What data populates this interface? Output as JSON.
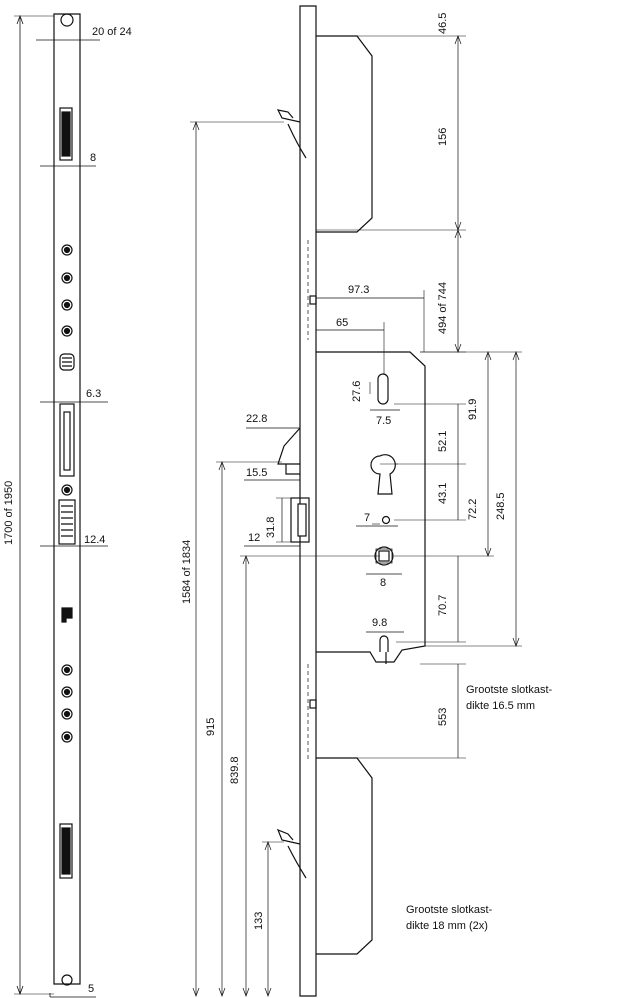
{
  "dimensions": {
    "frontplate_width": "20 of 24",
    "d_8": "8",
    "d_6_3": "6.3",
    "d_12_4": "12.4",
    "d_5": "5",
    "total_length": "1700 of 1950",
    "d_46_5": "46.5",
    "d_156": "156",
    "d_494_744": "494 of 744",
    "d_97_3": "97.3",
    "d_65": "65",
    "d_27_6": "27.6",
    "d_7_5": "7.5",
    "d_22_8": "22.8",
    "d_15_5": "15.5",
    "d_31_8": "31.8",
    "d_12": "12",
    "d_52_1": "52.1",
    "d_91_9": "91.9",
    "d_43_1": "43.1",
    "d_72_2": "72.2",
    "d_248_5": "248.5",
    "d_7": "7",
    "d_8b": "8",
    "d_70_7": "70.7",
    "d_9_8": "9.8",
    "d_553": "553",
    "d_1584_1834": "1584 of 1834",
    "d_915": "915",
    "d_839_8": "839.8",
    "d_133": "133"
  },
  "notes": {
    "note1_line1": "Grootste slotkast-",
    "note1_line2": "dikte 16.5 mm",
    "note2_line1": "Grootste slotkast-",
    "note2_line2": "dikte 18 mm (2x)"
  }
}
